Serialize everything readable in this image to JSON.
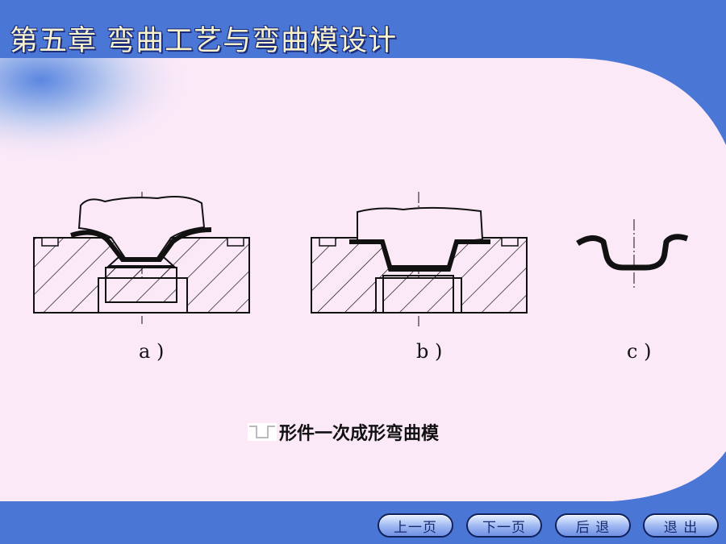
{
  "slide": {
    "title": "第五章 弯曲工艺与弯曲模设计"
  },
  "figures": [
    {
      "label": "a )"
    },
    {
      "label": "b )"
    },
    {
      "label": "c )"
    }
  ],
  "caption": {
    "text": "形件一次成形弯曲模"
  },
  "nav": {
    "prev": "上一页",
    "next": "下一页",
    "back": "后  退",
    "exit": "退  出"
  },
  "colors": {
    "frame_blue": "#4a76d6",
    "content_pink": "#fbe9f8",
    "title_text": "#f7f3cf"
  }
}
